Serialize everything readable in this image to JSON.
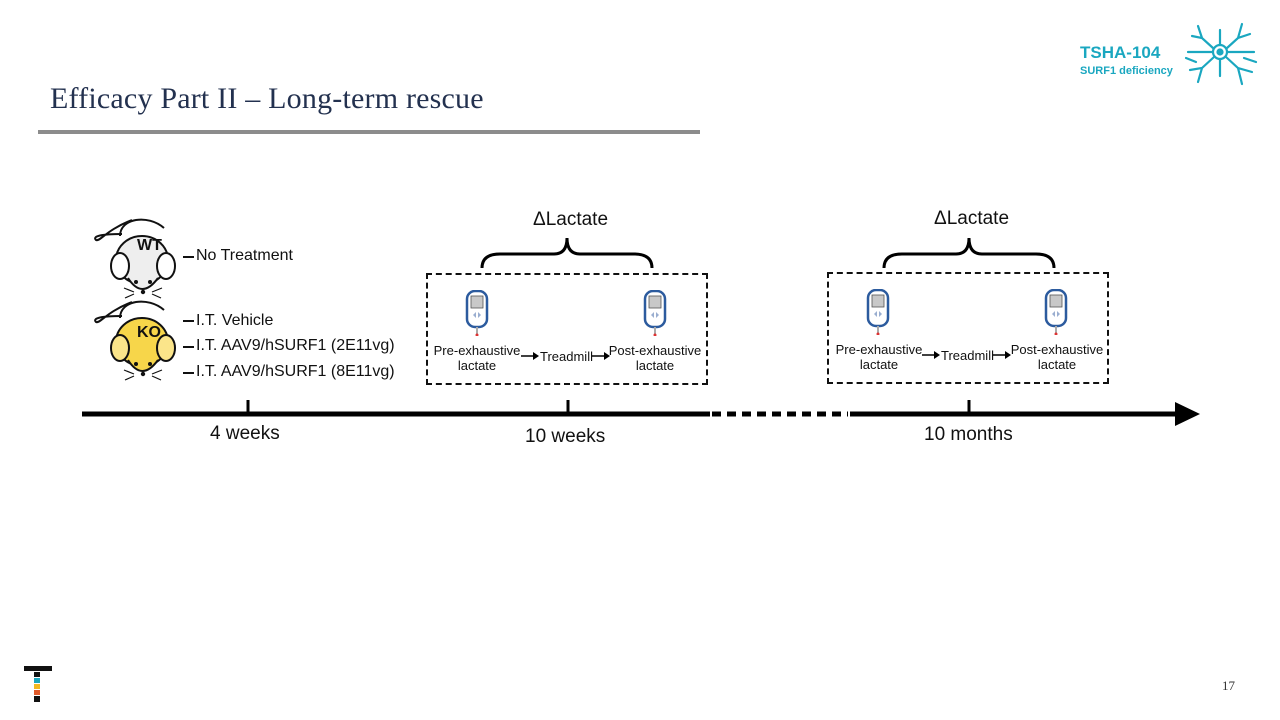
{
  "header": {
    "title": "Efficacy Part II – Long-term rescue",
    "brand_title": "TSHA-104",
    "brand_subtitle": "SURF1 deficiency",
    "page_number": "17"
  },
  "groups": {
    "wt_label": "WT",
    "ko_label": "KO",
    "wt_treatment": "No Treatment",
    "ko_treatments": [
      "I.T. Vehicle",
      "I.T. AAV9/hSURF1 (2E11vg)",
      "I.T. AAV9/hSURF1 (8E11vg)"
    ]
  },
  "timeline": {
    "points": [
      "4 weeks",
      "10 weeks",
      "10 months"
    ]
  },
  "measurements": [
    {
      "delta_label": "ΔLactate",
      "pre_line1": "Pre-exhaustive",
      "pre_line2": "lactate",
      "middle": "Treadmill",
      "post_line1": "Post-exhaustive",
      "post_line2": "lactate"
    },
    {
      "delta_label": "ΔLactate",
      "pre_line1": "Pre-exhaustive",
      "pre_line2": "lactate",
      "middle": "Treadmill",
      "post_line1": "Post-exhaustive",
      "post_line2": "lactate"
    }
  ],
  "colors": {
    "title": "#23314f",
    "brand": "#1aa7c0",
    "ko_fill": "#f7d64a",
    "meter": "#2c5b9e"
  }
}
